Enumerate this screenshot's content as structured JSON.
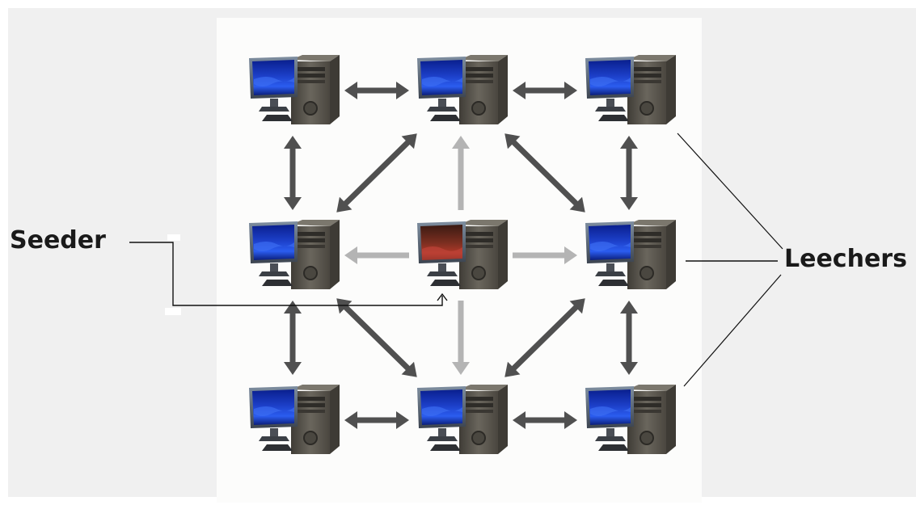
{
  "labels": {
    "seeder": "Seeder",
    "leechers": "Leechers"
  },
  "nodes": [
    {
      "id": "r1c1",
      "row": 1,
      "col": 1,
      "role": "leecher"
    },
    {
      "id": "r1c2",
      "row": 1,
      "col": 2,
      "role": "leecher"
    },
    {
      "id": "r1c3",
      "row": 1,
      "col": 3,
      "role": "leecher"
    },
    {
      "id": "r2c1",
      "row": 2,
      "col": 1,
      "role": "leecher"
    },
    {
      "id": "r2c2",
      "row": 2,
      "col": 2,
      "role": "seeder"
    },
    {
      "id": "r2c3",
      "row": 2,
      "col": 3,
      "role": "leecher"
    },
    {
      "id": "r3c1",
      "row": 3,
      "col": 1,
      "role": "leecher"
    },
    {
      "id": "r3c2",
      "row": 3,
      "col": 2,
      "role": "leecher"
    },
    {
      "id": "r3c3",
      "row": 3,
      "col": 3,
      "role": "leecher"
    }
  ],
  "links": [
    {
      "from": "r1c1",
      "to": "r1c2",
      "kind": "peer"
    },
    {
      "from": "r1c2",
      "to": "r1c3",
      "kind": "peer"
    },
    {
      "from": "r3c1",
      "to": "r3c2",
      "kind": "peer"
    },
    {
      "from": "r3c2",
      "to": "r3c3",
      "kind": "peer"
    },
    {
      "from": "r1c1",
      "to": "r2c1",
      "kind": "peer"
    },
    {
      "from": "r2c1",
      "to": "r3c1",
      "kind": "peer"
    },
    {
      "from": "r1c3",
      "to": "r2c3",
      "kind": "peer"
    },
    {
      "from": "r2c3",
      "to": "r3c3",
      "kind": "peer"
    },
    {
      "from": "r2c1",
      "to": "r1c2",
      "kind": "peer"
    },
    {
      "from": "r1c2",
      "to": "r2c3",
      "kind": "peer"
    },
    {
      "from": "r2c1",
      "to": "r3c2",
      "kind": "peer"
    },
    {
      "from": "r3c2",
      "to": "r2c3",
      "kind": "peer"
    },
    {
      "from": "r2c2",
      "to": "r1c2",
      "kind": "seed"
    },
    {
      "from": "r2c2",
      "to": "r2c1",
      "kind": "seed"
    },
    {
      "from": "r2c2",
      "to": "r2c3",
      "kind": "seed"
    },
    {
      "from": "r2c2",
      "to": "r3c2",
      "kind": "seed"
    }
  ],
  "colors": {
    "peer_arrow": "#505050",
    "seed_arrow": "#b4b4b4",
    "leecher_screen": "#1c3fc8",
    "seeder_screen": "#9a2a1e",
    "tower": "#5e5a52",
    "label_line": "#111111"
  },
  "icons": {
    "computer": "desktop-computer-icon"
  }
}
